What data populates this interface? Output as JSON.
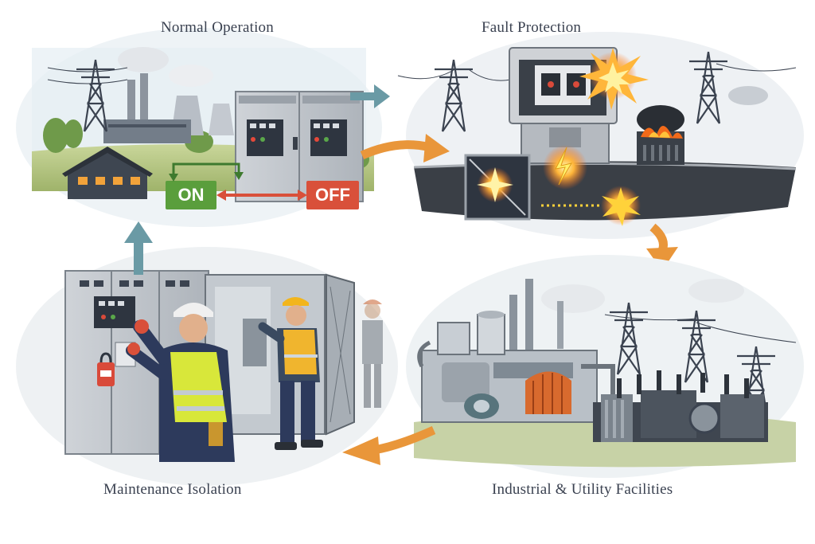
{
  "panels": {
    "normal_operation": {
      "title": "Normal Operation",
      "on_label": "ON",
      "off_label": "OFF"
    },
    "fault_protection": {
      "title": "Fault Protection"
    },
    "industrial_utility": {
      "title": "Industrial & Utility Facilities"
    },
    "maintenance_isolation": {
      "title": "Maintenance Isolation"
    }
  },
  "colors": {
    "on_green": "#5a9e3c",
    "off_red": "#d9503a",
    "flow_orange": "#e9963a",
    "flow_teal": "#6a9aa5",
    "spark_yellow": "#ffd23a",
    "worker_vest": "#d8e73a",
    "hardhat": "#f2b51c"
  },
  "icons": [
    "transmission-tower-icon",
    "spark-icon",
    "fire-icon",
    "padlock-icon",
    "hardhat-icon"
  ]
}
